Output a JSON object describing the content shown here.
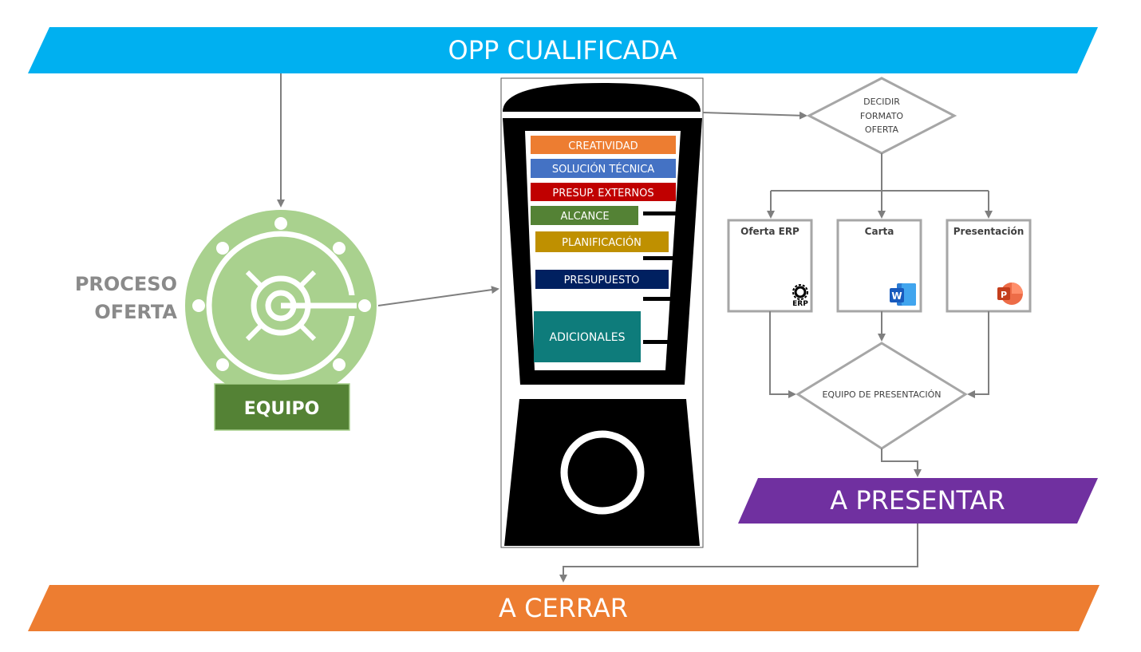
{
  "banners": {
    "top": "OPP CUALIFICADA",
    "present": "A PRESENTAR",
    "close": "A CERRAR"
  },
  "process_label": {
    "line1": "PROCESO",
    "line2": "OFERTA"
  },
  "team_label": "EQUIPO",
  "blender_items": [
    {
      "label": "CREATIVIDAD",
      "color": "#ED7D31"
    },
    {
      "label": "SOLUCIÓN TÉCNICA",
      "color": "#4472C4"
    },
    {
      "label": "PRESUP. EXTERNOS",
      "color": "#C00000"
    },
    {
      "label": "ALCANCE",
      "color": "#548235"
    },
    {
      "label": "PLANIFICACIÓN",
      "color": "#BF9000"
    },
    {
      "label": "PRESUPUESTO",
      "color": "#002060"
    },
    {
      "label": "ADICIONALES",
      "color": "#0E7C7B"
    }
  ],
  "decision": {
    "line1": "DECIDIR",
    "line2": "FORMATO",
    "line3": "OFERTA"
  },
  "formats": [
    {
      "label": "Oferta ERP",
      "icon": "erp-gear-icon",
      "icon_text": "ERP"
    },
    {
      "label": "Carta",
      "icon": "word-icon",
      "icon_text": "W"
    },
    {
      "label": "Presentación",
      "icon": "powerpoint-icon",
      "icon_text": "P"
    }
  ],
  "presentation_team": "EQUIPO DE PRESENTACIÓN",
  "colors": {
    "top_banner": "#00B0F0",
    "present_banner": "#7030A0",
    "close_banner": "#ED7D31",
    "wheel": "#A9D18E",
    "team_box": "#548235",
    "connector": "#7F7F7F"
  }
}
